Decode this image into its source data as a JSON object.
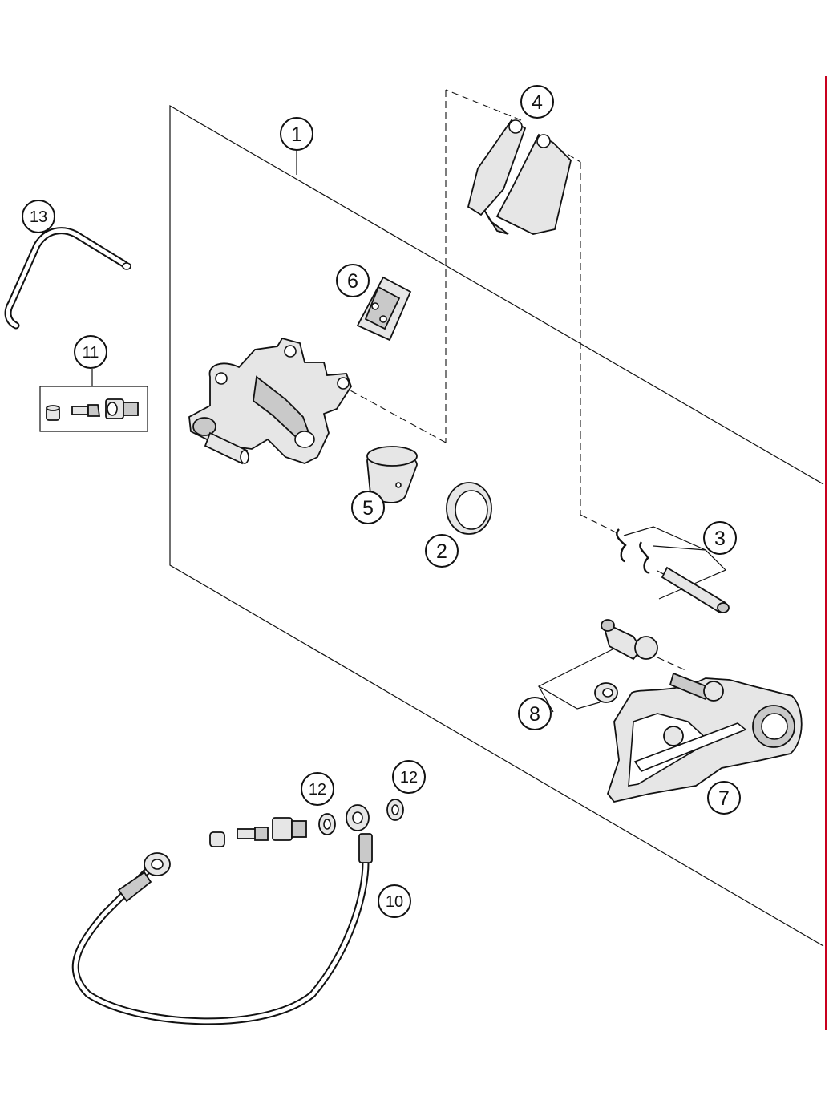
{
  "callouts": {
    "c1": "1",
    "c2": "2",
    "c3": "3",
    "c4": "4",
    "c5": "5",
    "c6": "6",
    "c7": "7",
    "c8": "8",
    "c10": "10",
    "c11": "11",
    "c12a": "12",
    "c12b": "12",
    "c13": "13"
  },
  "colors": {
    "ink": "#111111",
    "part_fill": "#e6e6e6",
    "part_shade": "#bdbdbd",
    "edge_accent": "#c8001e"
  }
}
